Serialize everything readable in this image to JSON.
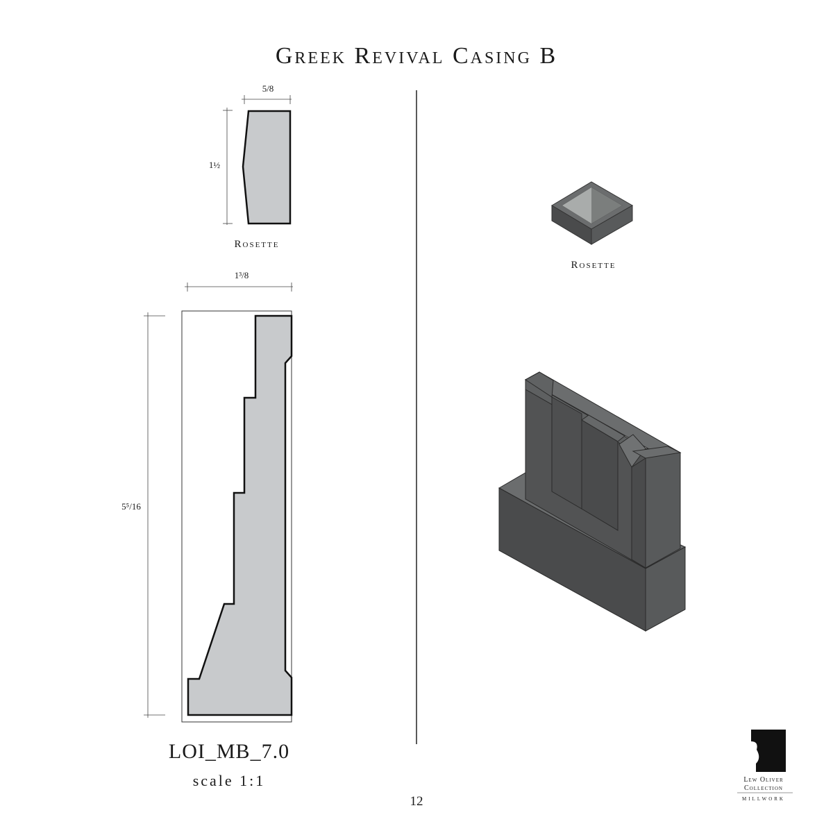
{
  "title": "Greek Revival Casing B",
  "rosette_profile": {
    "width_label": "5/8",
    "height_label": "1½",
    "caption": "Rosette"
  },
  "casing_profile": {
    "width_label": "1³/8",
    "height_label": "5⁵/16",
    "model": "LOI_MB_7.0",
    "scale": "scale 1:1"
  },
  "rosette_iso": {
    "caption": "Rosette"
  },
  "page_number": "12",
  "logo": {
    "line1": "Lew Oliver",
    "line2": "Collection",
    "line3": "MILLWORK"
  },
  "colors": {
    "profile_fill": "#c8cacc",
    "iso_top": "#6b6d6e",
    "iso_front": "#4a4b4c",
    "iso_side": "#585a5b"
  }
}
